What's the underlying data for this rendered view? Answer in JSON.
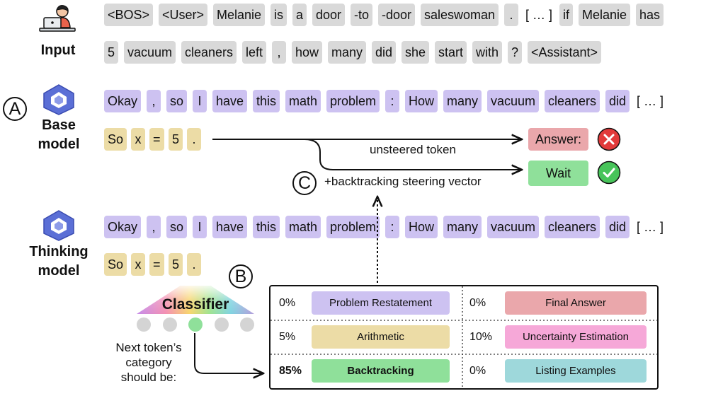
{
  "input": {
    "label": "Input",
    "row1": [
      "<BOS>",
      "<User>",
      "Melanie",
      "is",
      "a",
      "door",
      "-to",
      "-door",
      "saleswoman",
      ".",
      "[ … ]",
      "if",
      "Melanie",
      "has"
    ],
    "row2": [
      "5",
      "vacuum",
      "cleaners",
      "left",
      ",",
      "how",
      "many",
      "did",
      "she",
      "start",
      "with",
      "?",
      "<Assistant>"
    ]
  },
  "base": {
    "label_line1": "Base",
    "label_line2": "model",
    "tokens": [
      "Okay",
      ",",
      "so",
      "I",
      "have",
      "this",
      "math",
      "problem",
      ":",
      "How",
      "many",
      "vacuum",
      "cleaners",
      "did",
      "[ … ]"
    ],
    "gen": [
      "So",
      "x",
      "=",
      "5",
      "."
    ]
  },
  "thinking": {
    "label_line1": "Thinking",
    "label_line2": "model",
    "tokens": [
      "Okay",
      ",",
      "so",
      "I",
      "have",
      "this",
      "math",
      "problem",
      ":",
      "How",
      "many",
      "vacuum",
      "cleaners",
      "did",
      "[ … ]"
    ],
    "gen": [
      "So",
      "x",
      "=",
      "5",
      "."
    ]
  },
  "markers": {
    "a": "A",
    "b": "B",
    "c": "C"
  },
  "unsteered": {
    "label": "unsteered token",
    "token": "Answer:",
    "status": "wrong"
  },
  "steered": {
    "label": "+backtracking steering vector",
    "token": "Wait",
    "status": "correct"
  },
  "classifier": {
    "label": "Classifier",
    "note_lines": [
      "Next token’s",
      "category",
      "should be:"
    ],
    "selected_dot": 3
  },
  "categories": [
    {
      "pct": "0%",
      "name": "Problem Restatement",
      "color": "#cdc2f1",
      "bold": false
    },
    {
      "pct": "0%",
      "name": "Final Answer",
      "color": "#eaa7ab",
      "bold": false
    },
    {
      "pct": "5%",
      "name": "Arithmetic",
      "color": "#ecdca6",
      "bold": false
    },
    {
      "pct": "10%",
      "name": "Uncertainty Estimation",
      "color": "#f6a8d8",
      "bold": false
    },
    {
      "pct": "85%",
      "name": "Backtracking",
      "color": "#8fe09a",
      "bold": true
    },
    {
      "pct": "0%",
      "name": "Listing Examples",
      "color": "#9ed8db",
      "bold": false
    }
  ]
}
